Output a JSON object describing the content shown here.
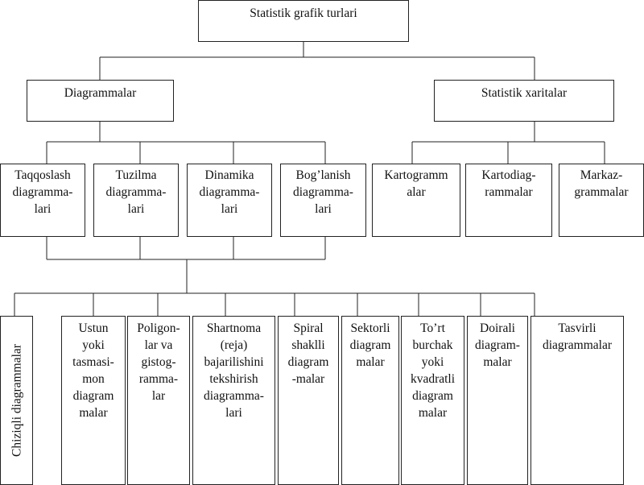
{
  "nodes": {
    "root": "Statistik grafik turlari",
    "diagrams": "Diagrammalar",
    "maps": "Statistik xaritalar",
    "taqqoslash": "Taqqoslash\ndiagramma-\nlari",
    "tuzilma": "Tuzilma\ndiagramma-\nlari",
    "dinamika": "Dinamika\ndiagramma-\nlari",
    "boglanish": "Bog’lanish\ndiagramma-\nlari",
    "kartogramm": "Kartogramm\nalar",
    "kartodiag": "Kartodiag-\nrammalar",
    "markaz": "Markaz-\ngrammalar",
    "chiziqli": "Chiziqli diagrammalar",
    "ustun": "Ustun\nyoki\ntasmasi-\nmon\ndiagram\nmalar",
    "poligon": "Poligon-\nlar va\ngistog-\nramma-\nlar",
    "shartnoma": "Shartnoma\n(reja)\nbajarilishini\ntekshirish\ndiagramma-\nlari",
    "spiral": "Spiral\nshaklli\ndiagram\n-malar",
    "sektorli": "Sektorli\ndiagram\nmalar",
    "tortburchak": "To’rt\nburchak\nyoki\nkvadratli\ndiagram\nmalar",
    "doirali": "Doirali\ndiagram-\nmalar",
    "tasvirli": "Tasvirli\ndiagrammalar"
  }
}
